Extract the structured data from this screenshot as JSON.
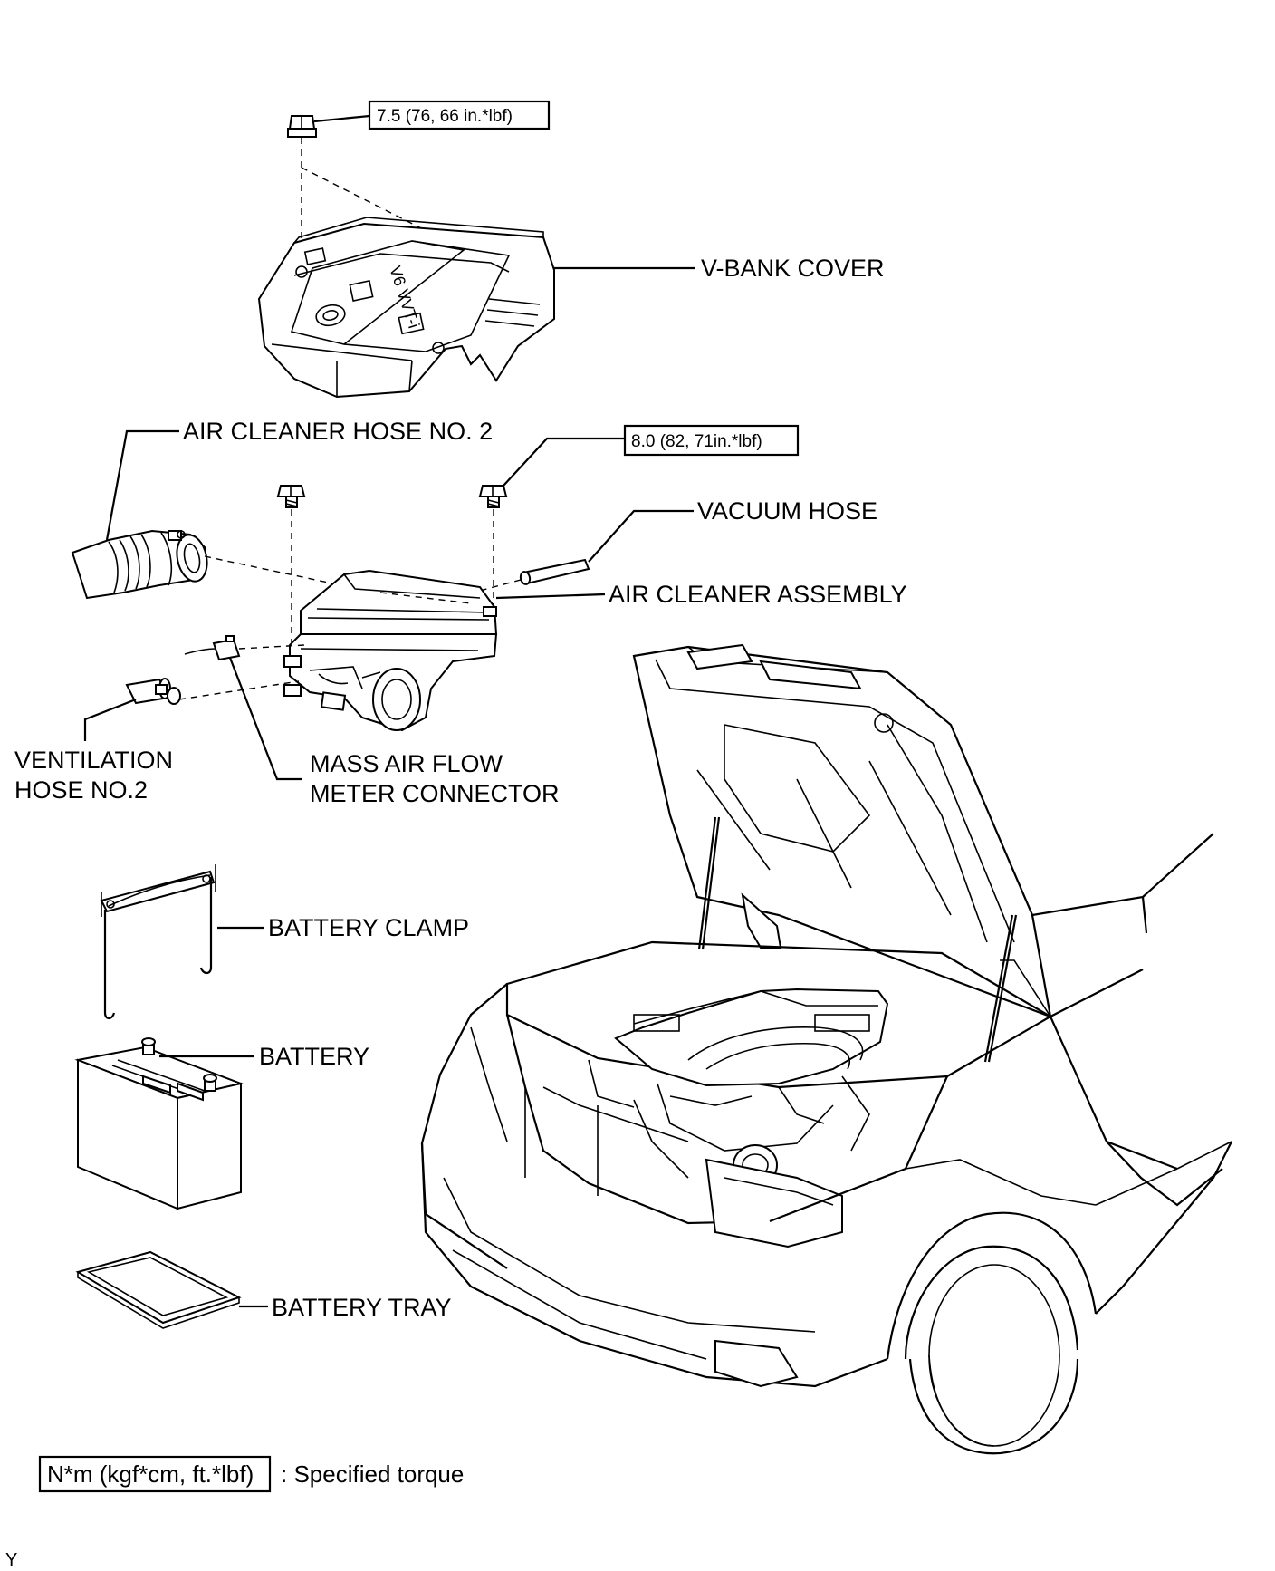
{
  "labels": {
    "v_bank_cover": "V-BANK COVER",
    "air_cleaner_hose_no2": "AIR CLEANER HOSE NO. 2",
    "vacuum_hose": "VACUUM HOSE",
    "air_cleaner_assembly": "AIR CLEANER ASSEMBLY",
    "ventilation_hose_line1": "VENTILATION",
    "ventilation_hose_line2": "HOSE NO.2",
    "mass_air_flow_line1": "MASS AIR FLOW",
    "mass_air_flow_line2": "METER CONNECTOR",
    "battery_clamp": "BATTERY CLAMP",
    "battery": "BATTERY",
    "battery_tray": "BATTERY TRAY"
  },
  "torque_specs": {
    "cover_nut": "7.5 (76, 66 in.*lbf)",
    "air_cleaner_bolt": "8.0 (82, 71in.*lbf)"
  },
  "legend": {
    "unit_box": "N*m (kgf*cm, ft.*lbf)",
    "description": ": Specified torque"
  },
  "corner_mark": "Y",
  "cover_emblem": "V6 VVT-i"
}
